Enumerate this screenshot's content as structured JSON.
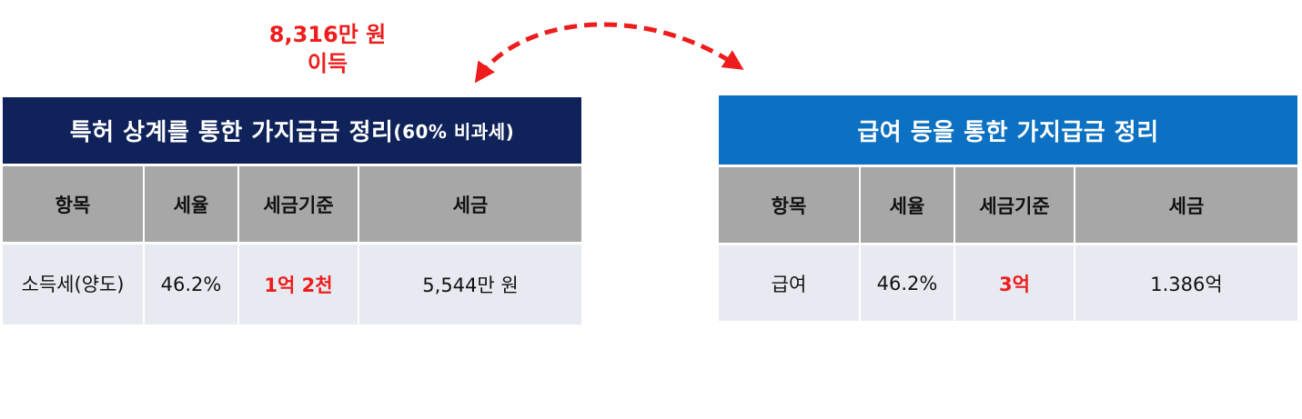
{
  "gain": {
    "line1": "8,316만 원",
    "line2": "이득"
  },
  "left_panel": {
    "title": "특허 상계를 통한 가지급금 정리",
    "title_sub": "(60% 비과세)",
    "headers": [
      "항목",
      "세율",
      "세금기준",
      "세금"
    ],
    "row": {
      "item_line1": "소득세",
      "item_line2": "(양도)",
      "rate": "46.2%",
      "base": "1억 2천",
      "tax": "5,544만 원"
    }
  },
  "right_panel": {
    "title": "급여 등을 통한 가지급금 정리",
    "headers": [
      "항목",
      "세율",
      "세금기준",
      "세금"
    ],
    "row": {
      "item": "급여",
      "rate": "46.2%",
      "base": "3억",
      "tax": "1.386억"
    }
  },
  "colors": {
    "left_header": "#0f235a",
    "right_header": "#0c71c2",
    "table_head": "#a7a7a7",
    "table_body": "#e8eaf2",
    "accent_red": "#ee1c1c"
  },
  "icons": [
    "double-headed-dashed-arrow-icon"
  ]
}
